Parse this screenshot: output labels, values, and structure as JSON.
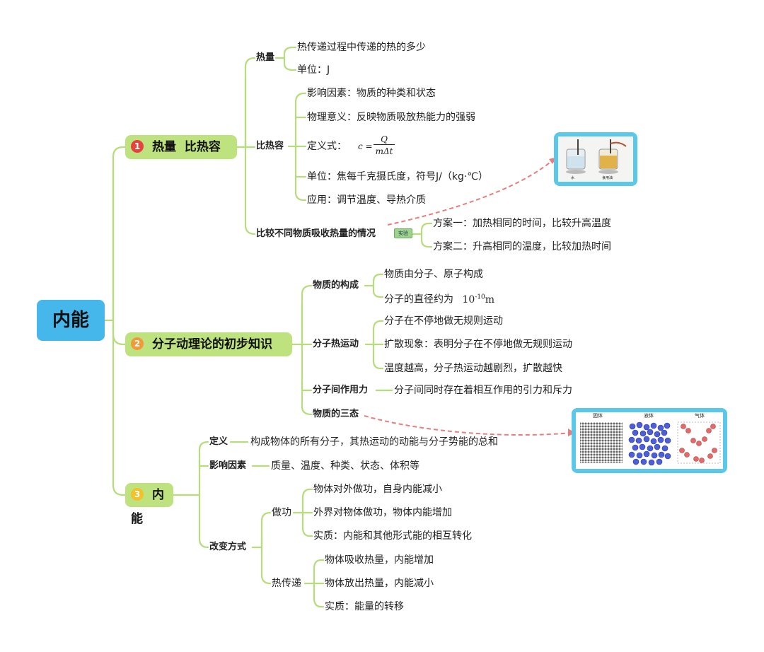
{
  "root": {
    "label": "内能"
  },
  "topics": [
    {
      "num": "1",
      "label": "热量  比热容",
      "color": "#e8423f"
    },
    {
      "num": "2",
      "label": "分子动理论的初步知识",
      "color": "#f29a3a"
    },
    {
      "num": "3",
      "label": "内能",
      "color": "#f3c12a"
    }
  ],
  "t1": {
    "heat": {
      "label": "热量",
      "items": [
        "热传递过程中传递的热的多少",
        "单位：J"
      ]
    },
    "capacity": {
      "label": "比热容",
      "items": [
        "影响因素：物质的种类和状态",
        "物理意义：反映物质吸放热能力的强弱",
        "定义式：",
        "单位：焦每千克摄氏度，符号J/（kg·℃）",
        "应用：调节温度、导热介质"
      ],
      "formula": {
        "lhs": "c =",
        "num": "Q",
        "den": "mΔt"
      }
    },
    "compare": {
      "label": "比较不同物质吸收热量的情况",
      "badge": "实验",
      "items": [
        "方案一：加热相同的时间，比较升高温度",
        "方案二：升高相同的温度，比较加热时间"
      ]
    },
    "photo_captions": [
      "水",
      "食用油"
    ]
  },
  "t2": {
    "composition": {
      "label": "物质的构成",
      "items": [
        "物质由分子、原子构成"
      ],
      "diameter": {
        "text": "分子的直径约为",
        "base": "10",
        "exp": "-10",
        "unit": "m"
      }
    },
    "motion": {
      "label": "分子热运动",
      "items": [
        "分子在不停地做无规则运动",
        "扩散现象：表明分子在不停地做无规则运动",
        "温度越高，分子热运动越剧烈，扩散越快"
      ]
    },
    "force": {
      "label": "分子间作用力",
      "item": "分子间同时存在着相互作用的引力和斥力"
    },
    "states": {
      "label": "物质的三态",
      "panels": [
        "固体",
        "液体",
        "气体"
      ]
    }
  },
  "t3": {
    "definition": {
      "label": "定义",
      "item": "构成物体的所有分子，其热运动的动能与分子势能的总和"
    },
    "factors": {
      "label": "影响因素",
      "item": "质量、温度、种类、状态、体积等"
    },
    "change": {
      "label": "改变方式",
      "work": {
        "label": "做功",
        "items": [
          "物体对外做功，自身内能减小",
          "外界对物体做功，物体内能增加",
          "实质：内能和其他形式能的相互转化"
        ]
      },
      "transfer": {
        "label": "热传递",
        "items": [
          "物体吸收热量，内能增加",
          "物体放出热量，内能减小",
          "实质：能量的转移"
        ]
      }
    }
  },
  "colors": {
    "branch": "#b6dd7c",
    "root": "#45b7ea",
    "pill": "#bde27e",
    "arrow": "#e77d7d",
    "frame": "#5bc8ea"
  }
}
